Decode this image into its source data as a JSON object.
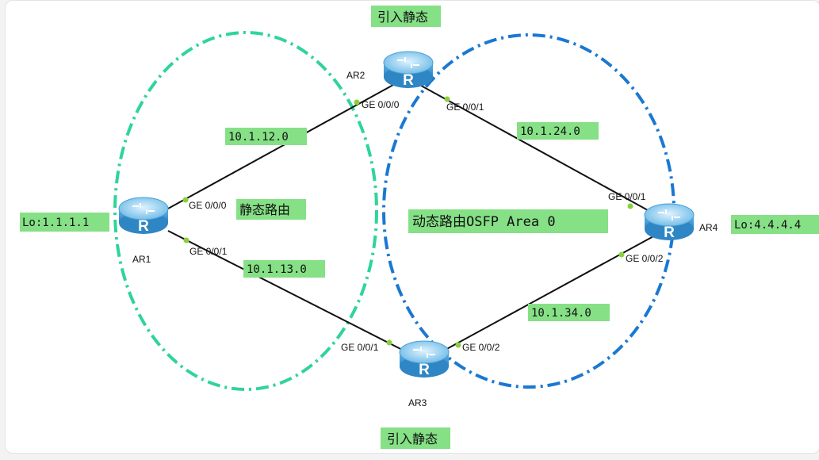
{
  "diagram": {
    "routers": [
      {
        "id": "AR1",
        "name": "AR1"
      },
      {
        "id": "AR2",
        "name": "AR2"
      },
      {
        "id": "AR3",
        "name": "AR3"
      },
      {
        "id": "AR4",
        "name": "AR4"
      }
    ],
    "loopbacks": {
      "ar1": "Lo:1.1.1.1",
      "ar4": "Lo:4.4.4.4"
    },
    "subnets": {
      "ar1_ar2": "10.1.12.0",
      "ar1_ar3": "10.1.13.0",
      "ar2_ar4": "10.1.24.0",
      "ar3_ar4": "10.1.34.0"
    },
    "ports": {
      "ar1_to_ar2": "GE 0/0/0",
      "ar1_to_ar3": "GE 0/0/1",
      "ar2_to_ar1": "GE 0/0/0",
      "ar2_to_ar4": "GE 0/0/1",
      "ar3_to_ar1": "GE 0/0/1",
      "ar3_to_ar4": "GE 0/0/2",
      "ar4_to_ar2": "GE 0/0/1",
      "ar4_to_ar3": "GE 0/0/2"
    },
    "zones": {
      "static_label": "静态路由",
      "dynamic_label": "动态路由OSFP Area 0",
      "redistribute_top": "引入静态",
      "redistribute_bottom": "引入静态"
    },
    "colors": {
      "static_zone": "#2fd49a",
      "ospf_zone": "#1a78d2",
      "label_bg": "#86e086",
      "router_body": "#7fc6ee",
      "link": "#111111",
      "port_dot": "#8acf3c"
    }
  }
}
